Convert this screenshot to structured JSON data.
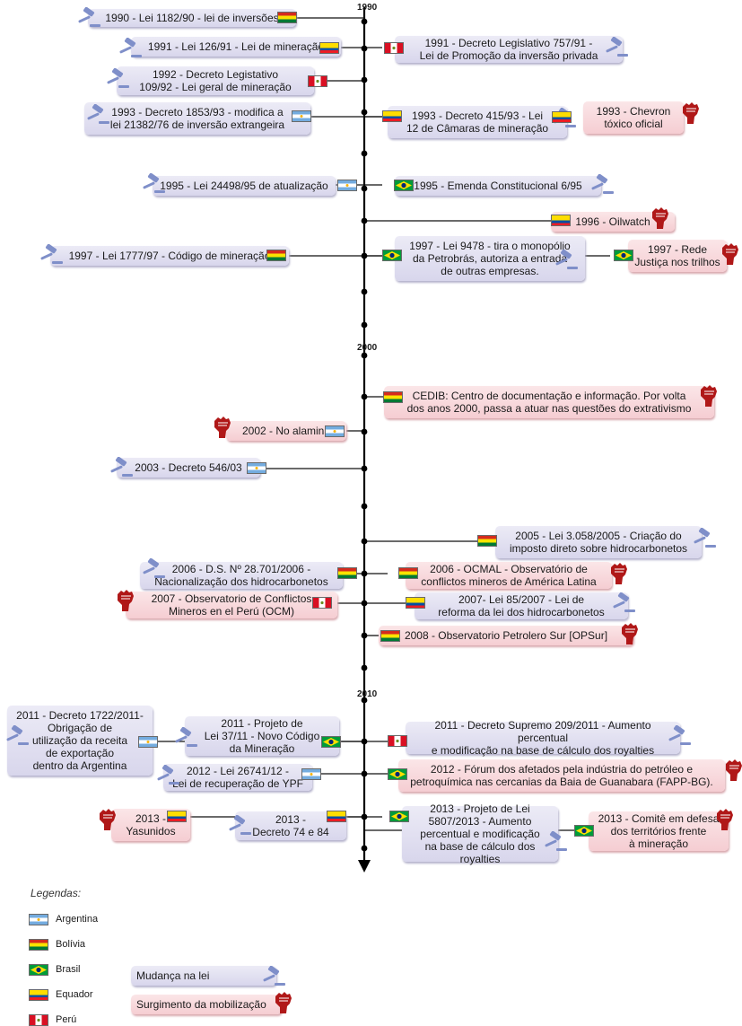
{
  "years": [
    "1990",
    "2000",
    "2010"
  ],
  "colors": {
    "law_box": "#dedcef",
    "mobilization_box": "#f7d3d7",
    "axis": "#000000",
    "gavel_icon": "#7f8fc9",
    "fist_icon": "#b01818"
  },
  "events": [
    {
      "id": "e01",
      "text": "1990 - Lei 1182/90 - lei de inversões",
      "kind": "law",
      "country": "bo"
    },
    {
      "id": "e02",
      "text": "1991 - Lei 126/91 - Lei de mineração",
      "kind": "law",
      "country": "ec"
    },
    {
      "id": "e03",
      "text": "1991 - Decreto Legislativo 757/91 -\nLei de Promoção da inversão privada",
      "kind": "law",
      "country": "pe"
    },
    {
      "id": "e04",
      "text": "1992 - Decreto Legistativo\n109/92 - Lei geral de mineração",
      "kind": "law",
      "country": "pe"
    },
    {
      "id": "e05",
      "text": "1993 - Decreto 1853/93 - modifica a\nlei 21382/76 de inversão extrangeira",
      "kind": "law",
      "country": "ar"
    },
    {
      "id": "e06",
      "text": "1993 - Decreto 415/93 - Lei\n12 de Câmaras de mineração",
      "kind": "law",
      "country": "ec"
    },
    {
      "id": "e07",
      "text": "1993 - Chevron\ntóxico oficial",
      "kind": "mob",
      "country": "ec"
    },
    {
      "id": "e08",
      "text": "1995 - Lei 24498/95 de atualização",
      "kind": "law",
      "country": "ar"
    },
    {
      "id": "e09",
      "text": "1995 - Emenda Constitucional 6/95",
      "kind": "law",
      "country": "br"
    },
    {
      "id": "e10",
      "text": "1996 - Oilwatch",
      "kind": "mob",
      "country": "ec"
    },
    {
      "id": "e11",
      "text": "1997 - Lei 1777/97 - Código de mineração",
      "kind": "law",
      "country": "bo"
    },
    {
      "id": "e12",
      "text": "1997 - Lei 9478 - tira o monopólio\nda Petrobrás, autoriza a entrada\nde outras empresas.",
      "kind": "law",
      "country": "br"
    },
    {
      "id": "e13",
      "text": "1997 - Rede\nJustiça nos trilhos",
      "kind": "mob",
      "country": "br"
    },
    {
      "id": "e14",
      "text": "CEDIB: Centro de documentação e informação. Por volta\ndos anos 2000, passa a atuar nas questões do extrativismo",
      "kind": "mob",
      "country": "bo"
    },
    {
      "id": "e15",
      "text": "2002 - No alamina",
      "kind": "mob",
      "country": "ar"
    },
    {
      "id": "e16",
      "text": "2003 - Decreto 546/03",
      "kind": "law",
      "country": "ar"
    },
    {
      "id": "e17",
      "text": "2005 - Lei 3.058/2005 - Criação do\nimposto direto sobre hidrocarbonetos",
      "kind": "law",
      "country": "bo"
    },
    {
      "id": "e18",
      "text": "2006 - D.S. Nº 28.701/2006 -\nNacionalização dos hidrocarbonetos",
      "kind": "law",
      "country": "bo"
    },
    {
      "id": "e19",
      "text": "2006 - OCMAL - Observatório de\nconflictos mineros de América Latina",
      "kind": "mob",
      "country": "bo"
    },
    {
      "id": "e20",
      "text": "2007 - Observatorio de Conflictos\nMineros en el Perú (OCM)",
      "kind": "mob",
      "country": "pe"
    },
    {
      "id": "e21",
      "text": "2007- Lei 85/2007 - Lei de\nreforma da lei dos hidrocarbonetos",
      "kind": "law",
      "country": "ec"
    },
    {
      "id": "e22",
      "text": "2008 - Observatorio Petrolero Sur [OPSur]",
      "kind": "mob",
      "country": "bo"
    },
    {
      "id": "e23",
      "text": "2011 - Decreto 1722/2011-\nObrigação de\nutilização da receita\nde exportação\ndentro da Argentina",
      "kind": "law",
      "country": "ar"
    },
    {
      "id": "e24",
      "text": "2011 - Projeto de\nLei 37/11 - Novo Código\nda Mineração",
      "kind": "law",
      "country": "br"
    },
    {
      "id": "e25",
      "text": "2011 - Decreto Supremo 209/2011 - Aumento percentual\ne modificação na base de cálculo dos royalties",
      "kind": "law",
      "country": "pe"
    },
    {
      "id": "e26",
      "text": "2012 - Lei 26741/12 -\nLei de recuperação de YPF",
      "kind": "law",
      "country": "ar"
    },
    {
      "id": "e27",
      "text": "2012 - Fórum dos afetados pela indústria do petróleo e\npetroquímica nas cercanias da Baia de Guanabara (FAPP-BG).",
      "kind": "mob",
      "country": "br"
    },
    {
      "id": "e28",
      "text": "2013 -\nYasunidos",
      "kind": "mob",
      "country": "ec"
    },
    {
      "id": "e29",
      "text": "2013 -\nDecreto 74 e 84",
      "kind": "law",
      "country": "ec"
    },
    {
      "id": "e30",
      "text": "2013 - Projeto de Lei\n5807/2013 - Aumento\npercentual e modificação\nna base de cálculo dos royalties",
      "kind": "law",
      "country": "br"
    },
    {
      "id": "e31",
      "text": "2013 - Comitê em defesa\ndos territórios frente\nà mineração",
      "kind": "mob",
      "country": "br"
    }
  ],
  "legend": {
    "title": "Legendas:",
    "countries": [
      {
        "code": "ar",
        "label": "Argentina"
      },
      {
        "code": "bo",
        "label": "Bolívia"
      },
      {
        "code": "br",
        "label": "Brasil"
      },
      {
        "code": "ec",
        "label": "Equador"
      },
      {
        "code": "pe",
        "label": "Perú"
      }
    ],
    "law_label": "Mudança na lei",
    "mob_label": "Surgimento da mobilização"
  }
}
